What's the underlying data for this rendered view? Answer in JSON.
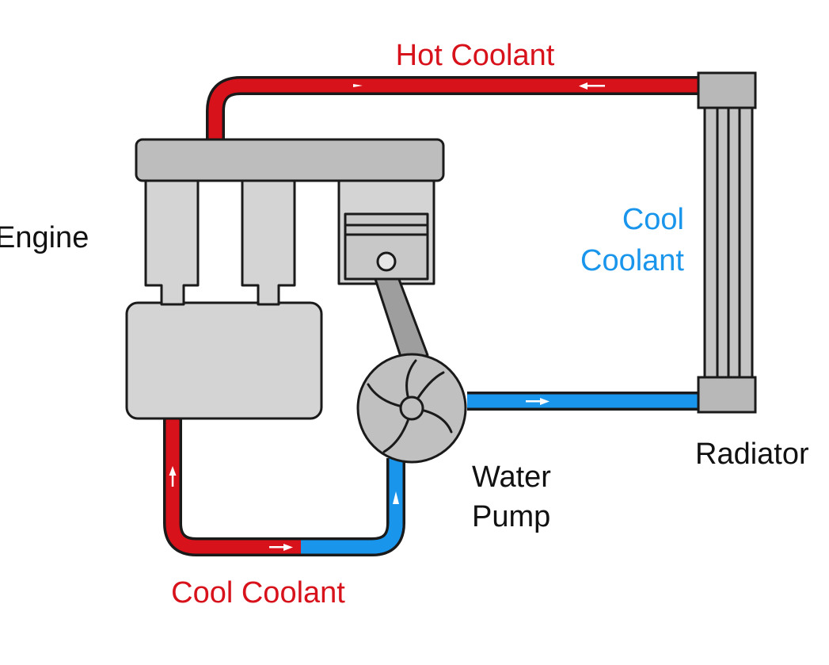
{
  "labels": {
    "hot_coolant": "Hot Coolant",
    "cool_coolant_right": [
      "Cool",
      "Coolant"
    ],
    "cool_coolant_bottom": "Cool Coolant",
    "engine": "Engine",
    "radiator": "Radiator",
    "water_pump": [
      "Water",
      "Pump"
    ]
  },
  "colors": {
    "hot": "#d7121b",
    "cool": "#1a95ec",
    "engine_fill": "#d4d4d4",
    "head_fill": "#bdbdbd",
    "radiator_fill": "#b8b8b8",
    "pump_fill": "#c0c0c0",
    "outline": "#1a1a1a",
    "label_dark": "#111111",
    "arrow": "#ffffff"
  }
}
